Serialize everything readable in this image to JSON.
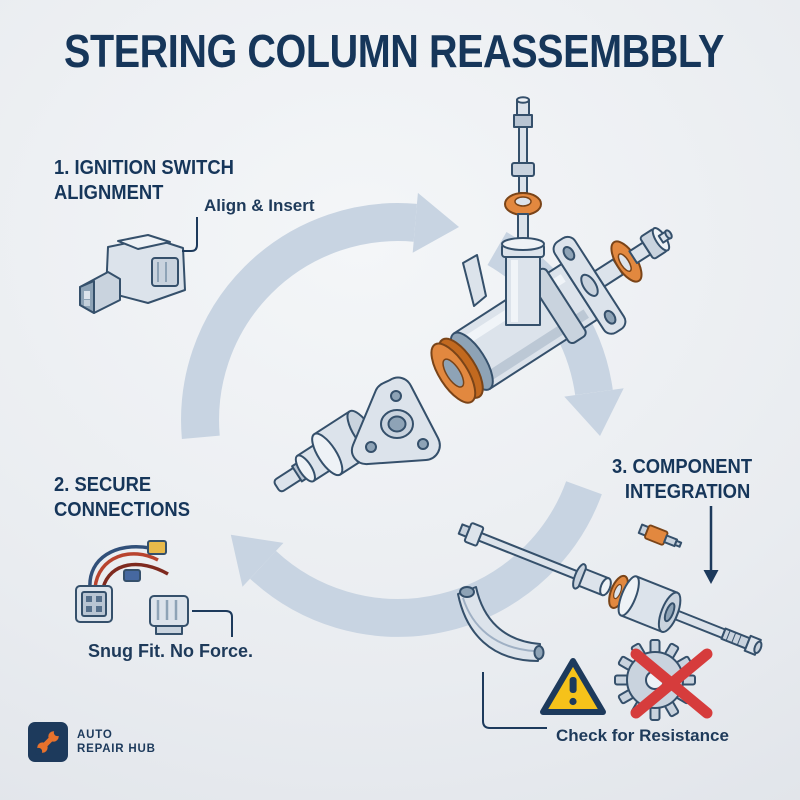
{
  "title": "STERING COLUMN REASSEMBBLY",
  "steps": [
    {
      "number": "1",
      "heading_line1": "1. IGNITION SWITCH",
      "heading_line2": "ALIGNMENT",
      "callout": "Align & Insert"
    },
    {
      "number": "2",
      "heading_line1": "2. SECURE",
      "heading_line2": "CONNECTIONS",
      "callout": "Snug Fit. No Force."
    },
    {
      "number": "3",
      "heading_line1": "3. COMPONENT",
      "heading_line2": "INTEGRATION",
      "callout": "Check for Resistance"
    }
  ],
  "logo": {
    "line1": "AUTO",
    "line2": "REPAIR HUB"
  },
  "icons": {
    "cycle_arrows": "cycle-arrows-icon",
    "warning": "warning-triangle-icon",
    "prohibited": "red-x-icon",
    "gear": "gear-icon",
    "wrench": "wrench-icon"
  },
  "colors": {
    "navy": "#16365a",
    "line_navy": "#1d3a5c",
    "outline": "#35506b",
    "arrow_blue": "#c8d4e2",
    "accent_orange": "#e2883f",
    "warning_yellow": "#f6c21a",
    "error_red": "#d63c3c",
    "metal_light": "#dce3eb",
    "background": "#e9ecf0"
  }
}
